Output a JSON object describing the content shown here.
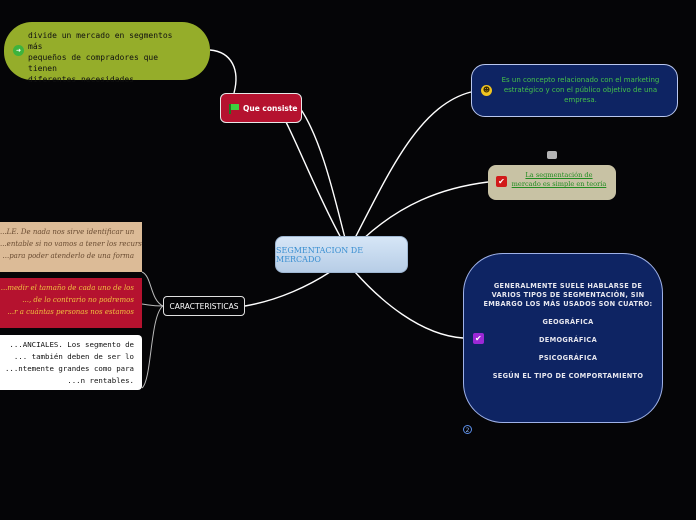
{
  "center": {
    "label": "SEGMENTACION DE MERCADO"
  },
  "que_consiste": {
    "label": "Que consiste",
    "icon": "flag-icon"
  },
  "divide": {
    "lines": [
      "divide un mercado en segmentos más",
      "pequeños de compradores que tienen",
      "diferentes necesidades"
    ],
    "icon": "arrow-icon"
  },
  "concepto": {
    "text": "Es un concepto relacionado con el marketing estratégico y con el público objetivo de una empresa.",
    "icon": "smile-icon"
  },
  "simple": {
    "lines": [
      "La segmentación de",
      "mercado es simple en teoría"
    ],
    "icon": "check-red-icon"
  },
  "general": {
    "intro": "GENERALMENTE SUELE HABLARSE DE VARIOS TIPOS DE SEGMENTACIÓN, SIN EMBARGO LOS MÁS USADOS SON CUATRO:",
    "items": [
      "GEOGRÁFICA",
      "DEMOGRÁFICA",
      "PSICOGRÁFICA",
      "SEGÚN EL TIPO DE COMPORTAMIENTO"
    ],
    "icon": "check-purple-icon",
    "badge": "2"
  },
  "caracteristicas": {
    "label": "CARACTERISTICAS",
    "children": [
      {
        "lines": [
          "...LE. De nada nos sirve identificar un",
          "...entable si no vamos a tener los recursos",
          "...para poder atenderlo de una forma"
        ]
      },
      {
        "lines": [
          "...medir el tamaño de cada uno de los",
          "..., de lo contrario no podremos",
          "...r a cuántas personas nos estamos"
        ]
      },
      {
        "lines": [
          "...ANCIALES. Los segmento de",
          "... también deben de ser lo",
          "...ntemente grandes como para",
          "...n rentables."
        ]
      }
    ]
  },
  "colors": {
    "background": "#050507",
    "link": "#ffffff",
    "center_fill": "#c9dcf0",
    "center_text": "#3a8fd1",
    "red_node": "#b5122f",
    "green_node": "#95ad2a",
    "navy_node": "#0e2463",
    "tan_node": "#c8c2a4",
    "peach_node": "#dcbb97"
  }
}
